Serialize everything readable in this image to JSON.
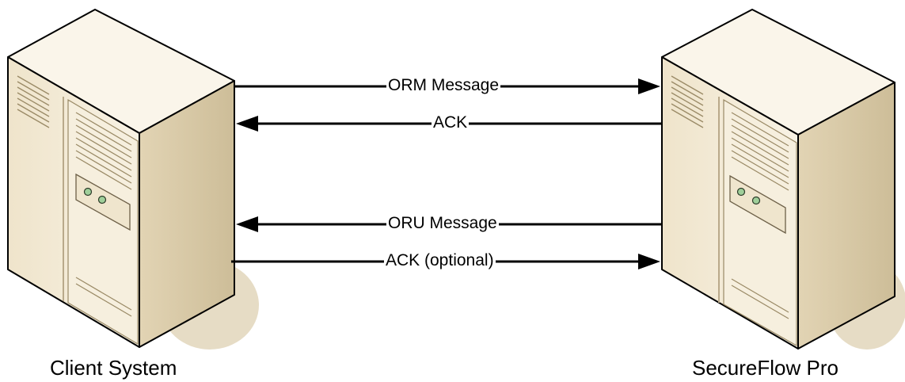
{
  "nodes": {
    "client": {
      "label": "Client System"
    },
    "server": {
      "label": "SecureFlow Pro"
    }
  },
  "messages": [
    {
      "label": "ORM Message",
      "direction": "client-to-server"
    },
    {
      "label": "ACK",
      "direction": "server-to-client"
    },
    {
      "label": "ORU Message",
      "direction": "server-to-client"
    },
    {
      "label": "ACK (optional)",
      "direction": "client-to-server"
    }
  ],
  "colors": {
    "tower_front": "#f3ead6",
    "tower_side": "#d8caa8",
    "tower_top": "#faf5ea",
    "shadow": "#e6dcc5",
    "outline": "#000000",
    "led": "#9fcf9a"
  }
}
